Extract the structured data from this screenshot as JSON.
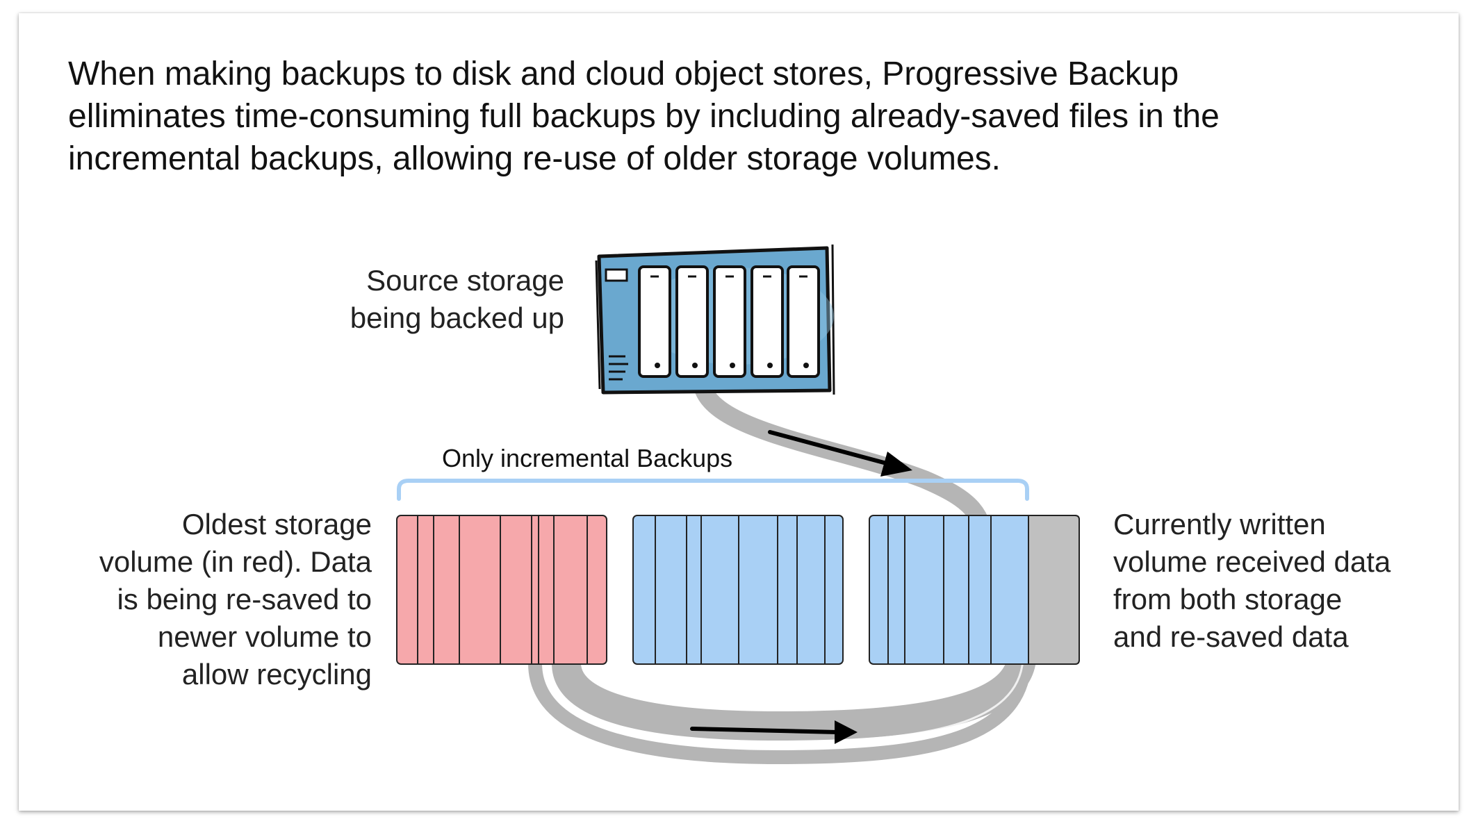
{
  "headline": {
    "lines": [
      "When making backups to disk and cloud object stores, Progressive Backup",
      "elliminates time-consuming full backups by including already-saved files in the",
      "incremental backups, allowing re-use of older storage volumes."
    ]
  },
  "source_storage": {
    "lines": [
      "Source storage",
      "being backed up"
    ],
    "icon": "server-rack-icon"
  },
  "bracket": {
    "label": "Only incremental Backups"
  },
  "oldest_volume": {
    "lines": [
      "Oldest storage",
      "volume (in red). Data",
      "is being re-saved to",
      "newer volume to",
      "allow recycling"
    ]
  },
  "current_volume": {
    "lines": [
      "Currently written",
      "volume received data",
      "from both storage",
      "and re-saved data"
    ]
  },
  "colors": {
    "oldest_fill": "#f6a8ab",
    "volume_fill": "#a9d0f5",
    "free_space_fill": "#c0c0c0",
    "bracket": "#a9d0f5",
    "flow_band": "#b5b5b5",
    "server_body": "#6aa8cf",
    "arrow": "#000000"
  }
}
